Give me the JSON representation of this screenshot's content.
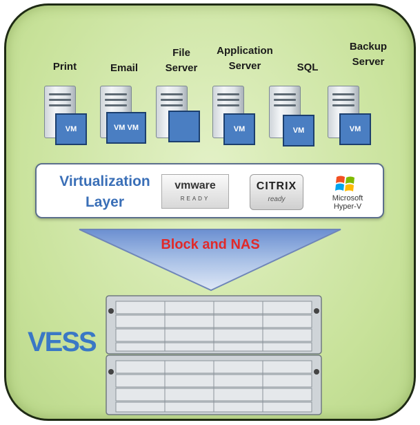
{
  "services": [
    {
      "label": "Print",
      "vm": "VM"
    },
    {
      "label": "Email",
      "vm": "VM VM"
    },
    {
      "label": "File\nServer",
      "vm": ""
    },
    {
      "label": "Application\nServer",
      "vm": "VM"
    },
    {
      "label": "SQL",
      "vm": "VM"
    },
    {
      "label": "Backup\nServer",
      "vm": "VM"
    }
  ],
  "virtualization": {
    "title": "Virtualization Layer",
    "vmware": {
      "main": "vmware",
      "sub": "READY"
    },
    "citrix": {
      "main": "CITRIX",
      "sub": "ready"
    },
    "microsoft": {
      "text": "Microsoft\nHyper-V"
    }
  },
  "storage": {
    "label": "Block and NAS"
  },
  "brand": {
    "logo": "VESS"
  },
  "colors": {
    "panel_bg": "#c8e29a",
    "vm_fill": "#4a7ec2",
    "virt_title": "#3a6fb7",
    "storage_label": "#e02a2a",
    "logo": "#3a78c5"
  }
}
